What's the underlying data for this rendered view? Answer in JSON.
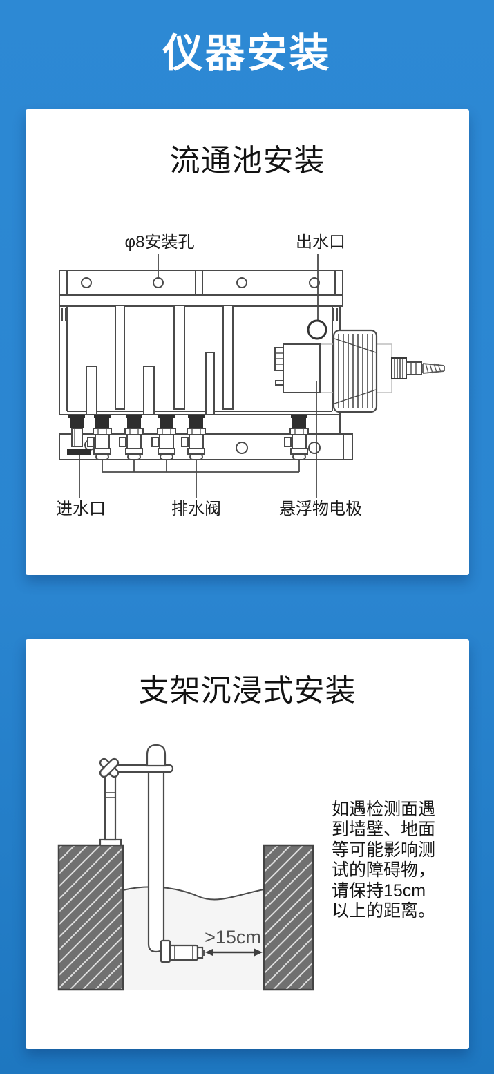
{
  "page": {
    "title": "仪器安装",
    "accent_color": "#2a85d0"
  },
  "flow_cell_section": {
    "title": "流通池安装",
    "labels": {
      "mounting_hole": "φ8安装孔",
      "water_outlet": "出水口",
      "water_inlet": "进水口",
      "drain_valve": "排水阀",
      "ss_electrode": "悬浮物电极"
    }
  },
  "immersion_section": {
    "title": "支架沉浸式安装",
    "distance_label": ">15cm",
    "note_lines": [
      "如遇检测面遇",
      "到墙壁、地面",
      "等可能影响测",
      "试的障碍物，",
      "请保持15cm",
      "以上的距离。"
    ]
  }
}
